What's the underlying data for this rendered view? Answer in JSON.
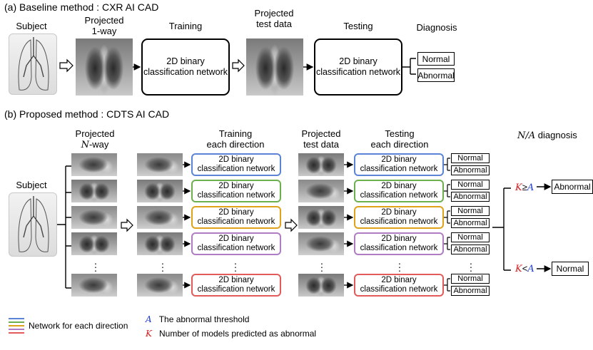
{
  "colors": {
    "blue": "#5b84d6",
    "green": "#6cb04e",
    "yellow": "#e0a21a",
    "purple": "#b07cc4",
    "red": "#e25a5a",
    "threshold_A": "#1f3fd0",
    "count_K": "#d0201f"
  },
  "section_a": {
    "title": "(a) Baseline method : CXR AI CAD",
    "subject_label": "Subject",
    "projected_label": [
      "Projected",
      "1-way"
    ],
    "training_label": "Training",
    "training_box": [
      "2D binary",
      "classification network"
    ],
    "projected_test_label": [
      "Projected",
      "test data"
    ],
    "testing_label": "Testing",
    "testing_box": [
      "2D binary",
      "classification network"
    ],
    "diagnosis_label": "Diagnosis",
    "outputs": [
      "Normal",
      "Abnormal"
    ]
  },
  "section_b": {
    "title": "(b) Proposed method : CDTS AI CAD",
    "subject_label": "Subject",
    "projected_label_1": "Projected",
    "projected_label_2_var": "N",
    "projected_label_2_rest": "-way",
    "training_label": [
      "Training",
      "each direction"
    ],
    "projected_test_label": [
      "Projected",
      "test data"
    ],
    "testing_label": [
      "Testing",
      "each direction"
    ],
    "network_box": [
      "2D binary",
      "classification network"
    ],
    "row_colors": [
      "blue",
      "green",
      "yellow",
      "purple",
      "red"
    ],
    "outputs": [
      "Normal",
      "Abnormal"
    ],
    "diagnosis_header_math": "N/A",
    "diagnosis_header_text": "diagnosis",
    "rule_abnormal": {
      "K": "K",
      "op": "≥",
      "A": "A",
      "result": "Abnormal"
    },
    "rule_normal": {
      "K": "K",
      "op": "<",
      "A": "A",
      "result": "Normal"
    }
  },
  "legend": {
    "network_label": "Network for each direction",
    "A_symbol": "A",
    "A_text": "The abnormal threshold",
    "K_symbol": "K",
    "K_text": "Number of models predicted as abnormal"
  }
}
